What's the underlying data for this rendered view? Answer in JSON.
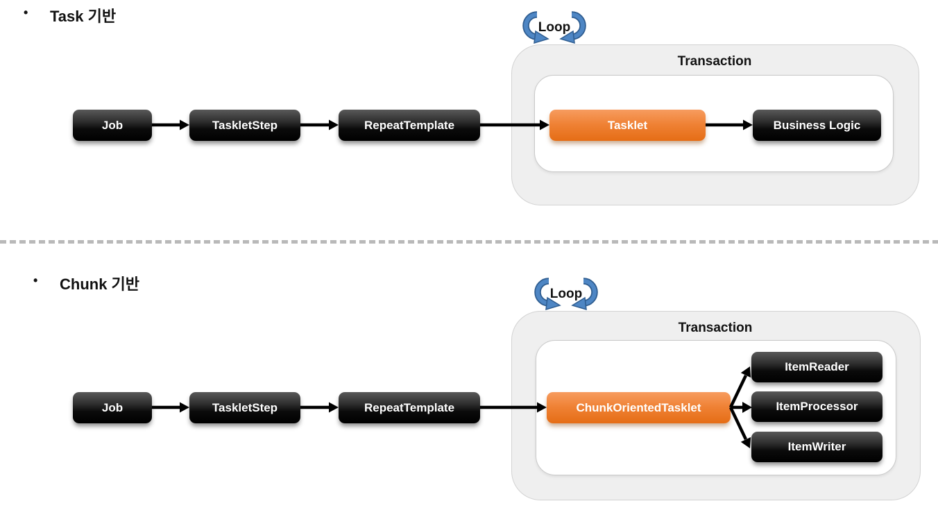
{
  "task": {
    "bullet": "•",
    "title": "Task 기반",
    "loop": "Loop",
    "transaction": "Transaction",
    "job": "Job",
    "tasklet_step": "TaskletStep",
    "repeat_template": "RepeatTemplate",
    "tasklet": "Tasklet",
    "business_logic": "Business Logic"
  },
  "chunk": {
    "bullet": "•",
    "title": "Chunk 기반",
    "loop": "Loop",
    "transaction": "Transaction",
    "job": "Job",
    "tasklet_step": "TaskletStep",
    "repeat_template": "RepeatTemplate",
    "chunk_oriented_tasklet": "ChunkOrientedTasklet",
    "item_reader": "ItemReader",
    "item_processor": "ItemProcessor",
    "item_writer": "ItemWriter"
  },
  "colors": {
    "node_black": "#000000",
    "accent_orange": "#ED7D31",
    "loop_blue": "#4E86C4",
    "loop_blue_outline": "#2E5C8F",
    "container_gray": "#EFEFEF",
    "divider_gray": "#B9B9B9",
    "arrow_black": "#000000"
  }
}
